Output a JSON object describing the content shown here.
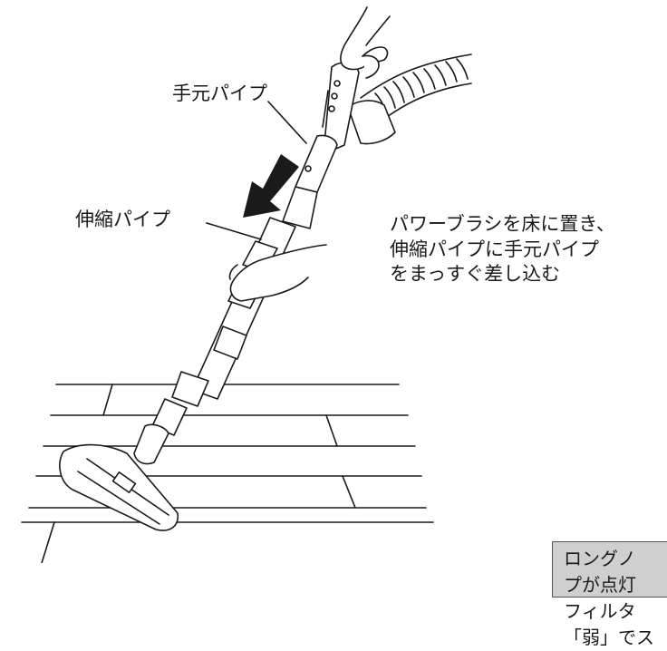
{
  "labels": {
    "hand_pipe": "手元パイプ",
    "extension_pipe": "伸縮パイプ"
  },
  "instruction": {
    "lines": [
      "パワーブラシを床に置き、",
      "伸縮パイプに手元パイプ",
      "をまっすぐ差し込む"
    ]
  },
  "note": {
    "lines": [
      "ロングノ",
      "プが点灯",
      "フィルタ",
      "「弱」でス"
    ]
  },
  "colors": {
    "line": "#1a1a1a",
    "note_fill": "#cfcfcf",
    "arrow": "#1a1a1a"
  }
}
